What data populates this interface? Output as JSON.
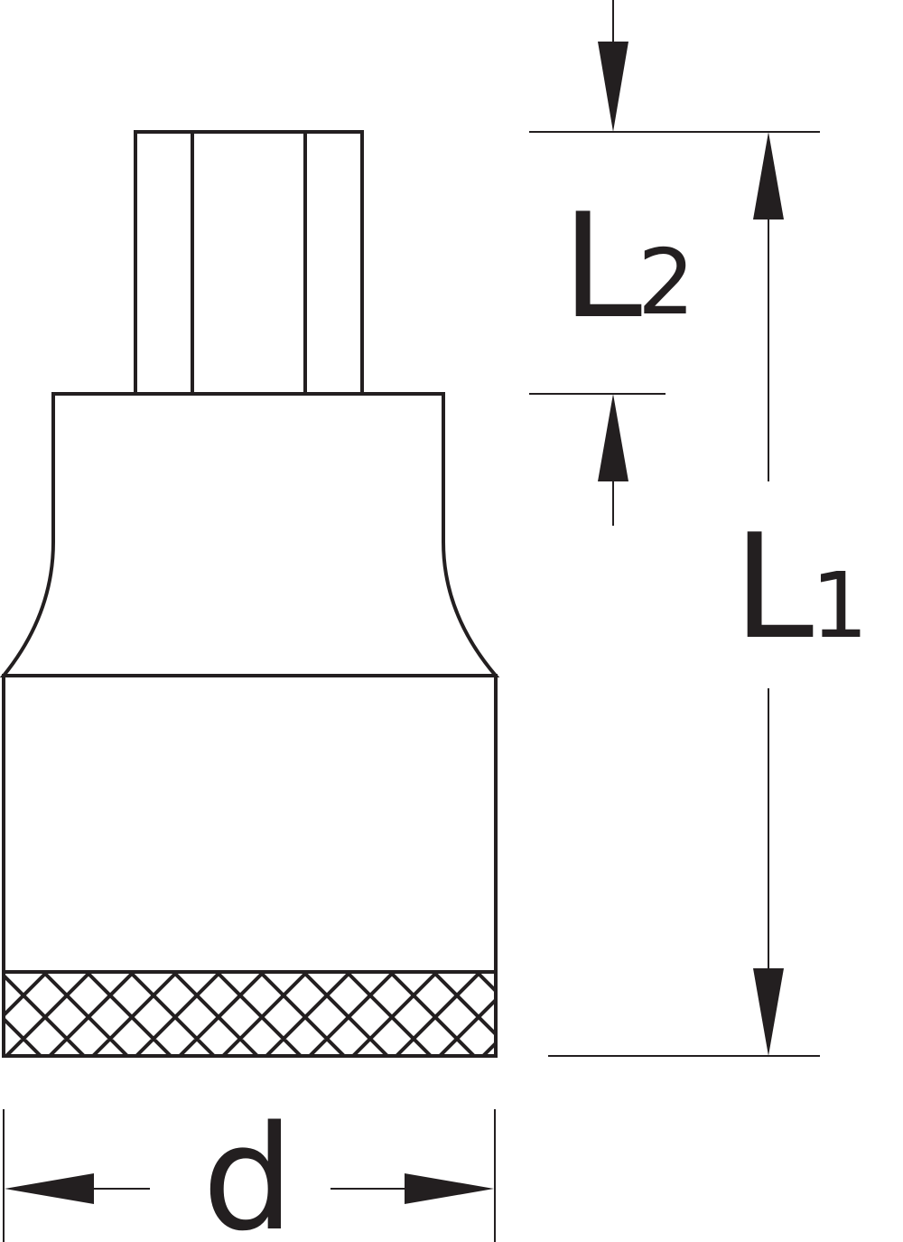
{
  "labels": {
    "l2_letter": "L",
    "l2_subscript": "2",
    "l1_letter": "L",
    "l1_subscript": "1",
    "d": "d"
  },
  "colors": {
    "stroke": "#231f20",
    "background": "#ffffff"
  }
}
